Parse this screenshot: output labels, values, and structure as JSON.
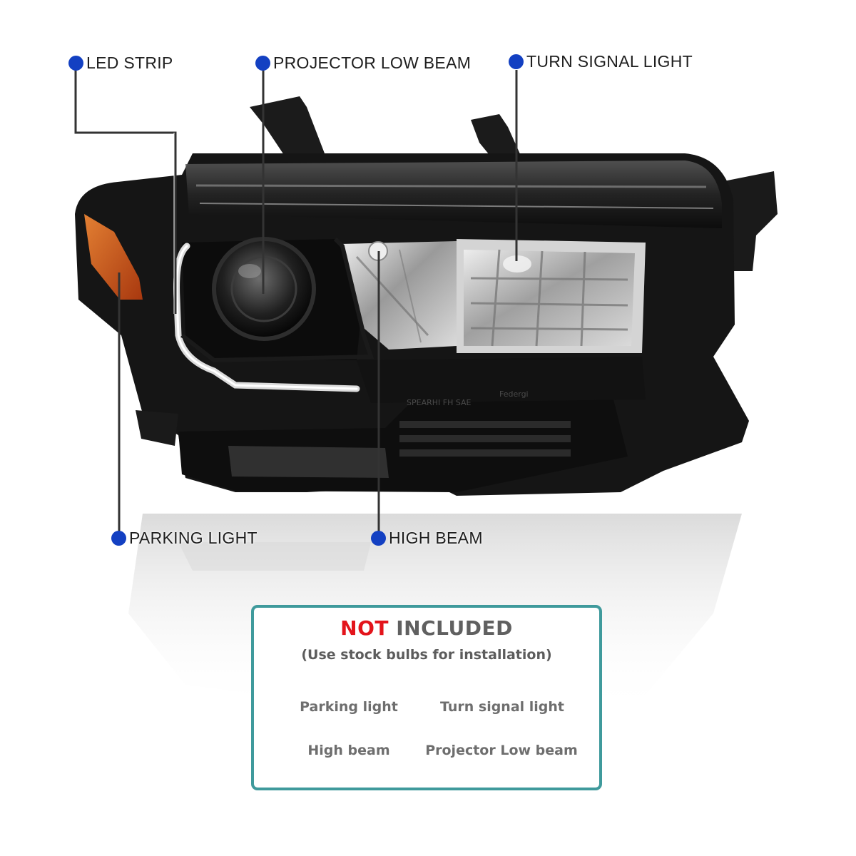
{
  "colors": {
    "dot_blue": "#1340c2",
    "leader_line": "#333333",
    "card_border": "#3f9a9c",
    "not_red": "#e3141b",
    "housing_black": "#141414",
    "amber": "#c7551a"
  },
  "callouts": {
    "led_strip": "LED STRIP",
    "projector_low_beam": "PROJECTOR LOW BEAM",
    "turn_signal_light": "TURN SIGNAL LIGHT",
    "parking_light": "PARKING LIGHT",
    "high_beam": "HIGH BEAM"
  },
  "headlight_markings": {
    "line1": "SPEARHI FH SAE",
    "line2": "Federgi"
  },
  "info_card": {
    "title_highlight": "NOT",
    "title_rest": "INCLUDED",
    "subtitle": "(Use stock bulbs for installation)",
    "bulbs": {
      "parking": "Parking light",
      "turn_signal": "Turn signal light",
      "high": "High beam",
      "projector_low": "Projector Low beam"
    }
  }
}
